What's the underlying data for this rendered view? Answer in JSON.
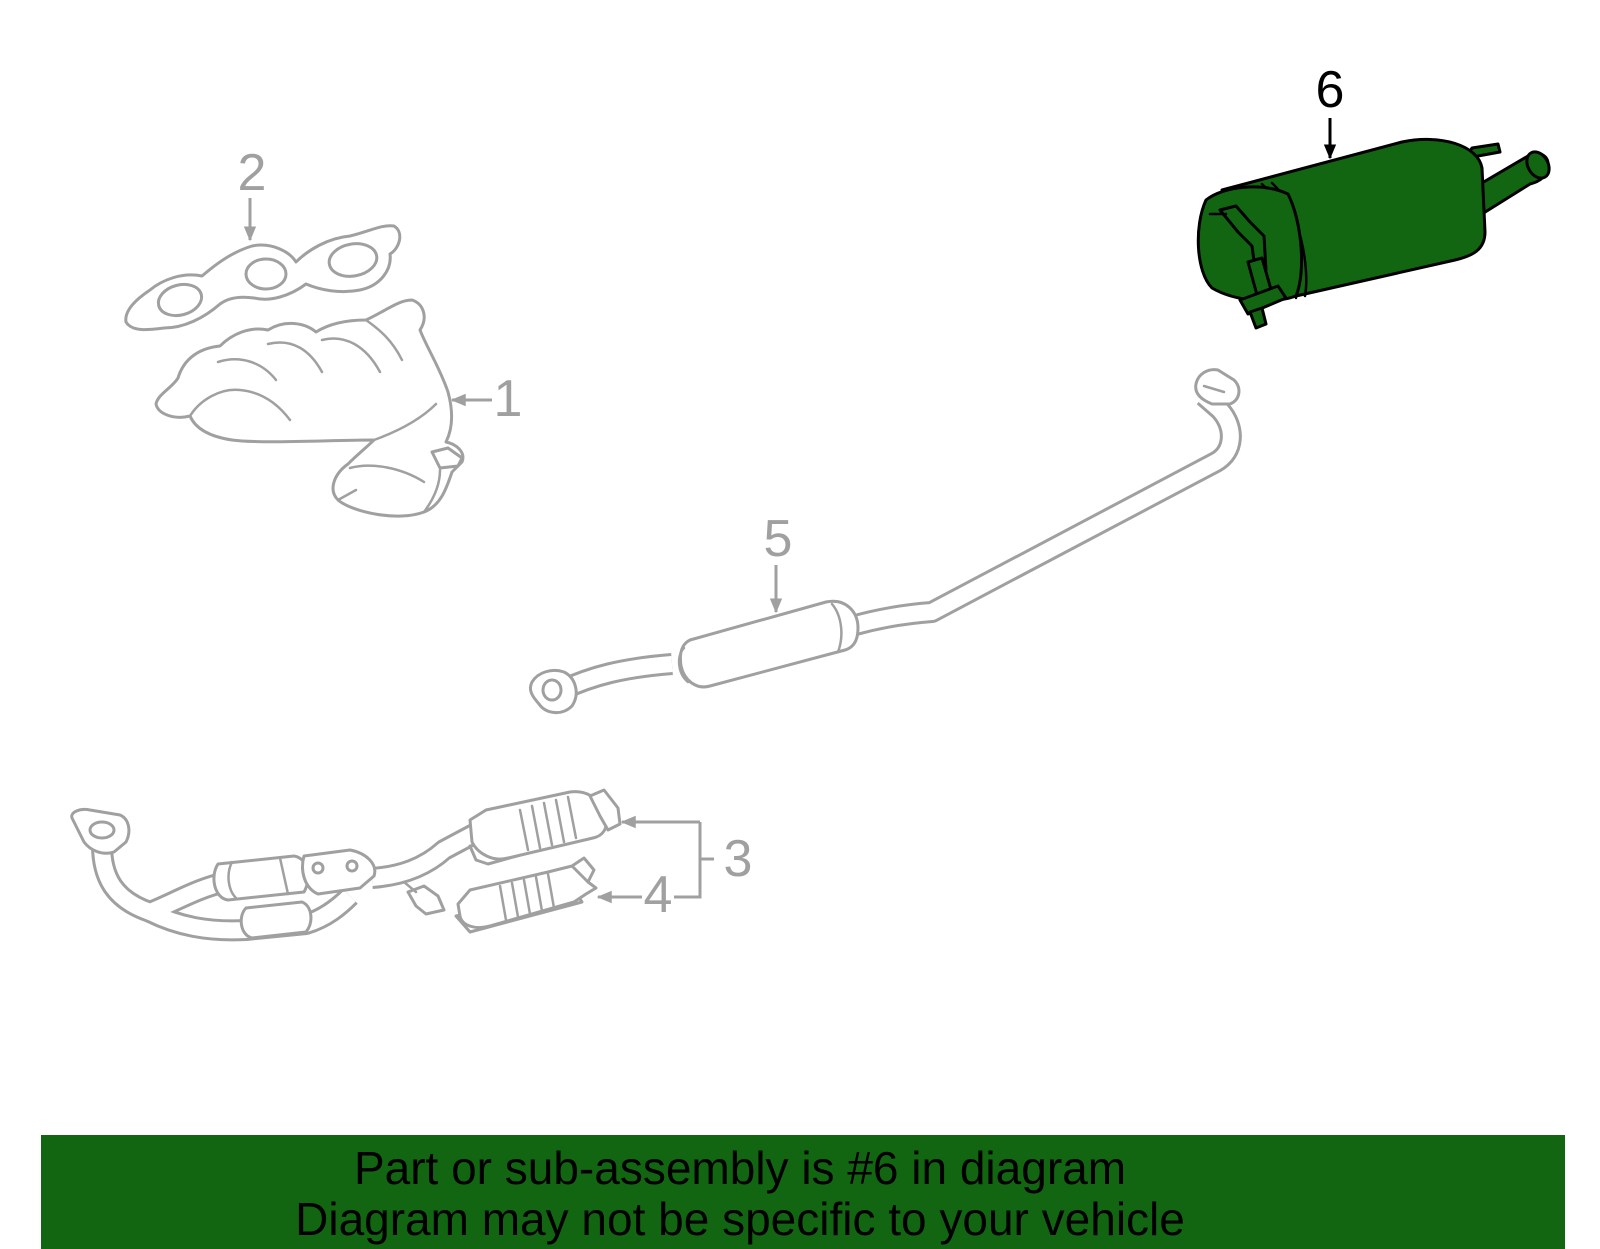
{
  "diagram": {
    "callouts": [
      "1",
      "2",
      "3",
      "4",
      "5",
      "6"
    ]
  },
  "banner": {
    "line1": "Part or sub-assembly is #6 in diagram",
    "line2": "Diagram may not be specific to your vehicle"
  },
  "colors": {
    "part_line": "#a0a0a0",
    "highlight_fill": "#126612",
    "callout_active": "#000000",
    "banner_background": "#126612",
    "banner_text": "#000000"
  }
}
